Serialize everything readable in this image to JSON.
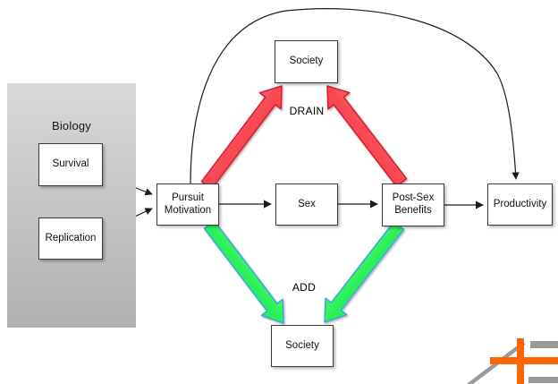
{
  "diagram": {
    "panel": {
      "label": "Biology"
    },
    "nodes": {
      "survival": "Survival",
      "replication": "Replication",
      "pursuit_motivation": "Pursuit\nMotivation",
      "sex": "Sex",
      "post_sex_benefits": "Post-Sex\nBenefits",
      "productivity": "Productivity",
      "society_top": "Society",
      "society_bottom": "Society"
    },
    "flow_labels": {
      "drain": "DRAIN",
      "add": "ADD"
    },
    "colors": {
      "drain_light": "#ffb0b6",
      "drain_core": "#f84955",
      "drain_dark": "#e02b3a",
      "drain_edge": "#d41f2f",
      "add_light": "#a9fdb2",
      "add_core": "#2cf158",
      "add_dark": "#12d945",
      "add_edge": "#3da4ea",
      "logo_orange": "#fb6504",
      "logo_gray": "#9a9a9a",
      "line": "#1c1c1c",
      "box_border": "#3a3a3a",
      "panel_top": "#d9d9d9",
      "panel_bottom": "#b1b1b1"
    }
  }
}
